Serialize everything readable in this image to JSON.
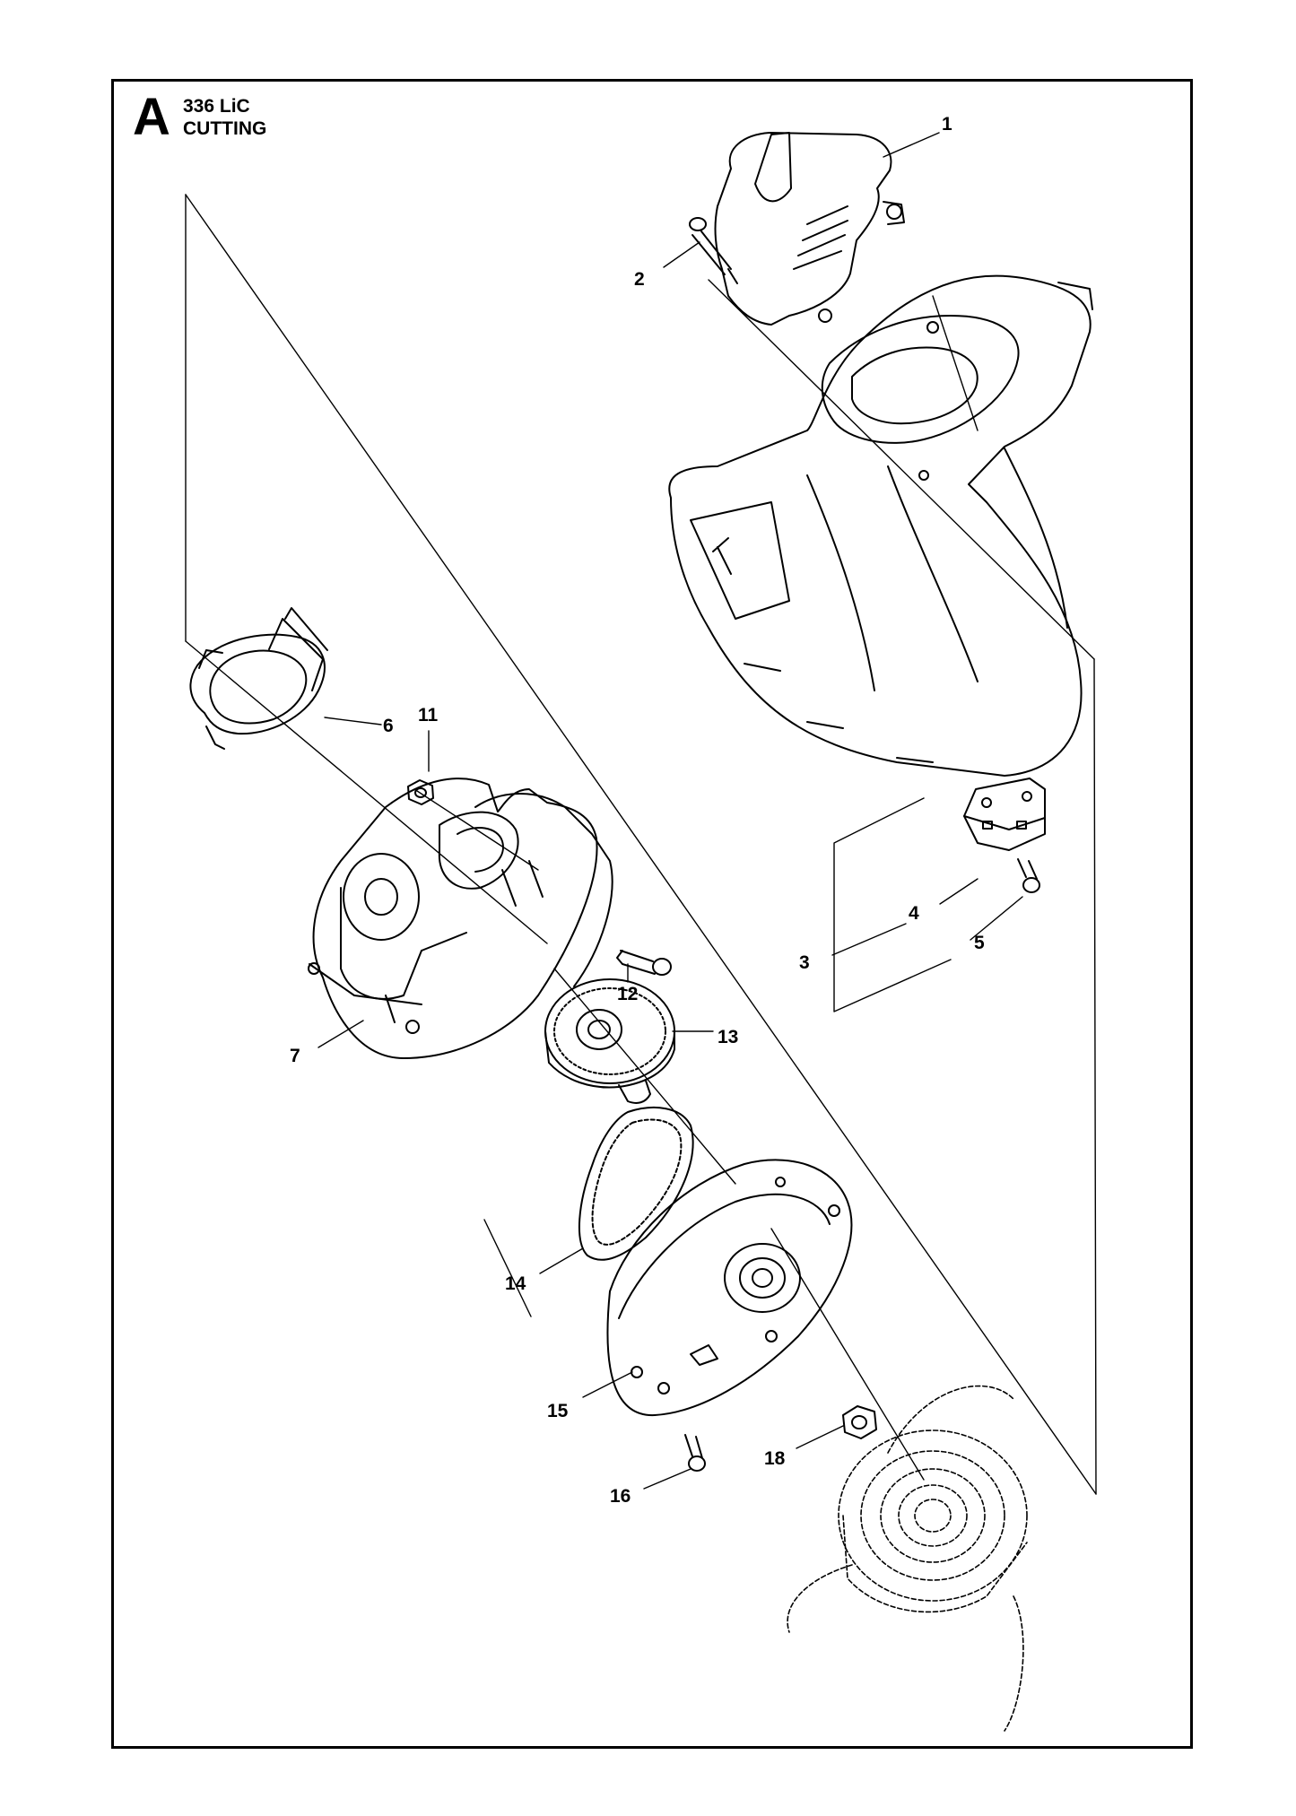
{
  "header": {
    "section": "A",
    "model": "336 LiC",
    "group": "CUTTING"
  },
  "callouts": [
    {
      "id": "c1",
      "label": "1"
    },
    {
      "id": "c2",
      "label": "2"
    },
    {
      "id": "c3",
      "label": "3"
    },
    {
      "id": "c4",
      "label": "4"
    },
    {
      "id": "c5",
      "label": "5"
    },
    {
      "id": "c6",
      "label": "6"
    },
    {
      "id": "c7",
      "label": "7"
    },
    {
      "id": "c11",
      "label": "11"
    },
    {
      "id": "c12",
      "label": "12"
    },
    {
      "id": "c13",
      "label": "13"
    },
    {
      "id": "c14",
      "label": "14"
    },
    {
      "id": "c15",
      "label": "15"
    },
    {
      "id": "c16",
      "label": "16"
    },
    {
      "id": "c18",
      "label": "18"
    }
  ],
  "colors": {
    "line": "#000000",
    "background": "#ffffff"
  }
}
